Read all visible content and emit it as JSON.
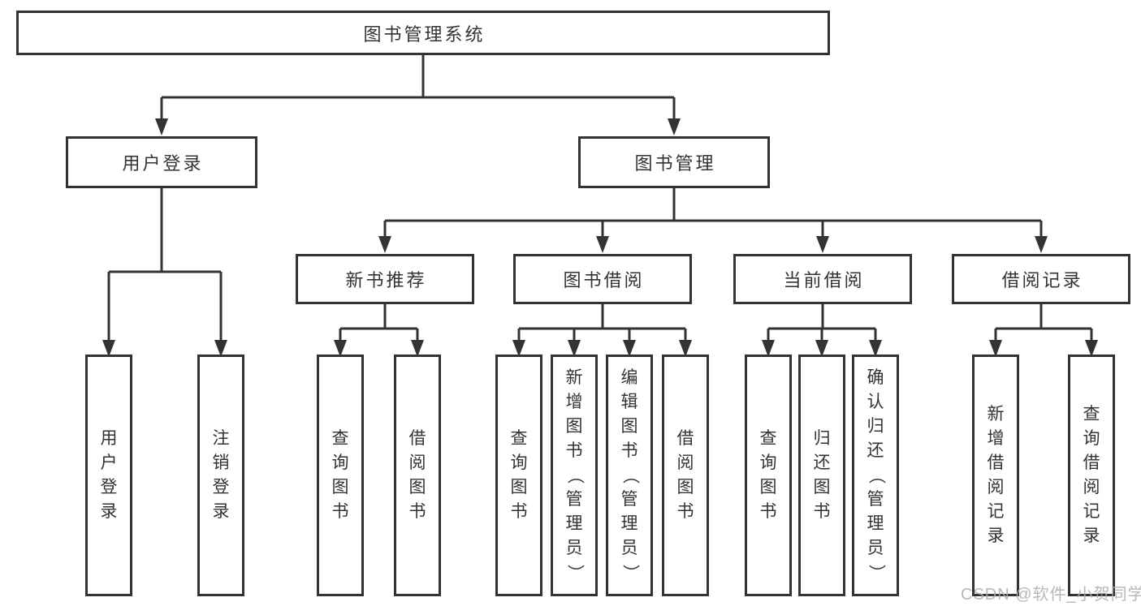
{
  "tree": {
    "label": "图书管理系统",
    "children": [
      {
        "label": "用户登录",
        "children": [
          {
            "label": "用户登录"
          },
          {
            "label": "注销登录"
          }
        ]
      },
      {
        "label": "图书管理",
        "children": [
          {
            "label": "新书推荐",
            "children": [
              {
                "label": "查询图书"
              },
              {
                "label": "借阅图书"
              }
            ]
          },
          {
            "label": "图书借阅",
            "children": [
              {
                "label": "查询图书"
              },
              {
                "label": "新增图书（管理员）"
              },
              {
                "label": "编辑图书（管理员）"
              },
              {
                "label": "借阅图书"
              }
            ]
          },
          {
            "label": "当前借阅",
            "children": [
              {
                "label": "查询图书"
              },
              {
                "label": "归还图书"
              },
              {
                "label": "确认归还（管理员）"
              }
            ]
          },
          {
            "label": "借阅记录",
            "children": [
              {
                "label": "新增借阅记录"
              },
              {
                "label": "查询借阅记录"
              }
            ]
          }
        ]
      }
    ]
  },
  "watermark": {
    "text": "CSDN @软件_小贺同学"
  },
  "colors": {
    "line": "#333333",
    "box_border": "#333333",
    "text": "#333333",
    "background": "#ffffff",
    "watermark": "#aeaeae"
  }
}
